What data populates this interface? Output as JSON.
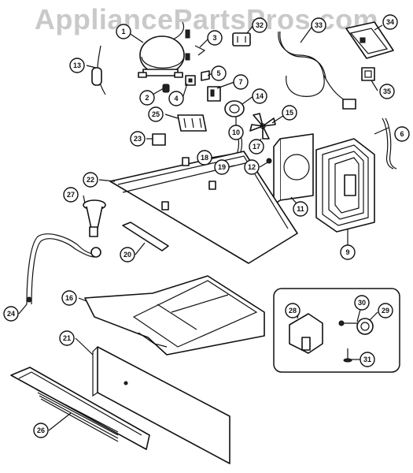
{
  "watermark": "AppliancePartsPros.com",
  "callouts": {
    "c1": "1",
    "c2": "2",
    "c3": "3",
    "c4": "4",
    "c5": "5",
    "c6": "6",
    "c7": "7",
    "c9": "9",
    "c10": "10",
    "c11": "11",
    "c12": "12",
    "c13": "13",
    "c14": "14",
    "c15": "15",
    "c16": "16",
    "c17": "17",
    "c18": "18",
    "c19": "19",
    "c20": "20",
    "c21": "21",
    "c22": "22",
    "c23": "23",
    "c24": "24",
    "c25": "25",
    "c26": "26",
    "c27": "27",
    "c28": "28",
    "c29": "29",
    "c30": "30",
    "c31": "31",
    "c32": "32",
    "c33": "33",
    "c34": "34",
    "c35": "35"
  }
}
